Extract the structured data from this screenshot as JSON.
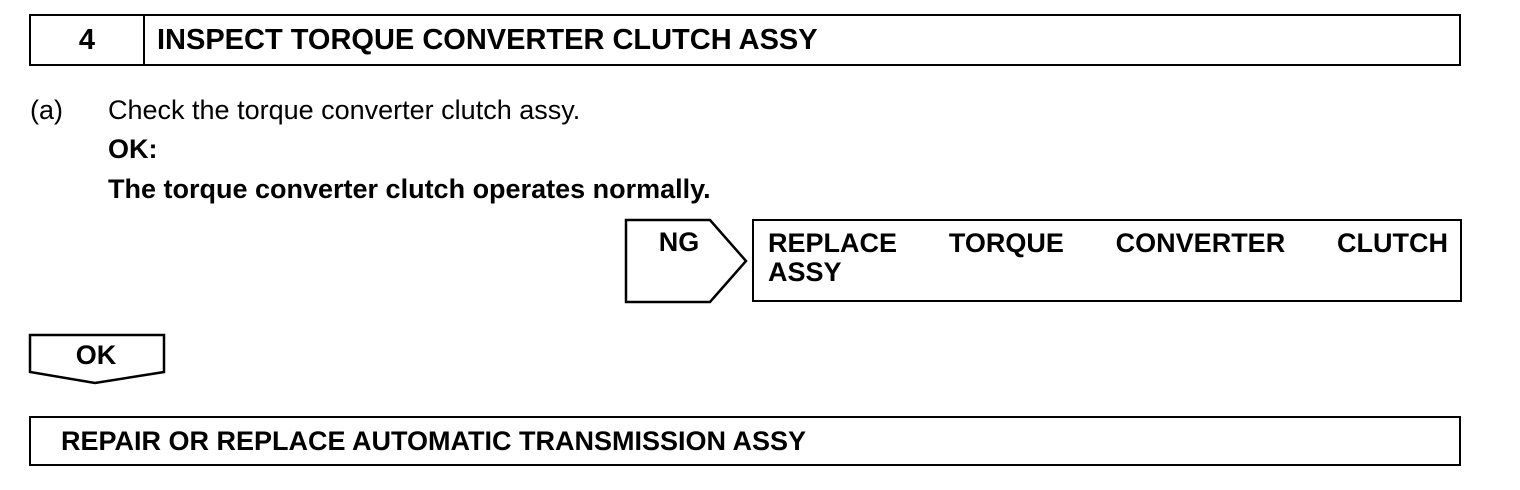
{
  "step": {
    "number": "4",
    "title": "INSPECT TORQUE CONVERTER CLUTCH ASSY"
  },
  "instruction": {
    "label": "(a)",
    "text": "Check the torque converter clutch assy.",
    "ok_label": "OK:",
    "ok_text": "The torque converter clutch operates normally."
  },
  "ng_branch": {
    "label": "NG",
    "result_line1": "REPLACE TORQUE CONVERTER CLUTCH",
    "result_line2": "ASSY"
  },
  "ok_branch": {
    "label": "OK"
  },
  "final_action": {
    "text": "REPAIR OR REPLACE AUTOMATIC TRANSMISSION ASSY"
  }
}
